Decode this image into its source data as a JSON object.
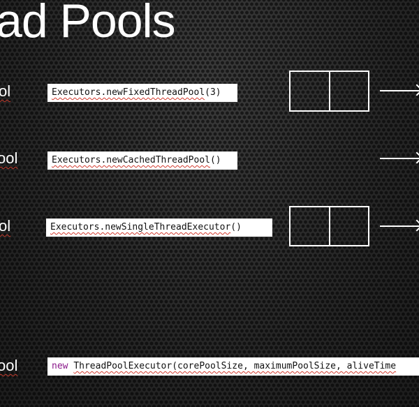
{
  "slide": {
    "title": "ad Pools"
  },
  "rows": [
    {
      "label": "ol",
      "code_method": "Executors.newFixedThreadPool",
      "code_args": "(3)"
    },
    {
      "label": "ool",
      "code_method": "Executors.newCachedThreadPool",
      "code_args": "()"
    },
    {
      "label": "ol",
      "code_method": "Executors.newSingleThreadExecutor",
      "code_args": "()"
    },
    {
      "label": "ool",
      "code_keyword": "new",
      "code_method": "ThreadPoolExecutor(corePoolSize, maximumPoolSize, aliveTime"
    }
  ],
  "colors": {
    "background": "#2a2a2a",
    "text": "#ffffff",
    "code_background": "#ffffff",
    "keyword": "#8b1a8b",
    "spellcheck_underline": "#d23a2e"
  }
}
